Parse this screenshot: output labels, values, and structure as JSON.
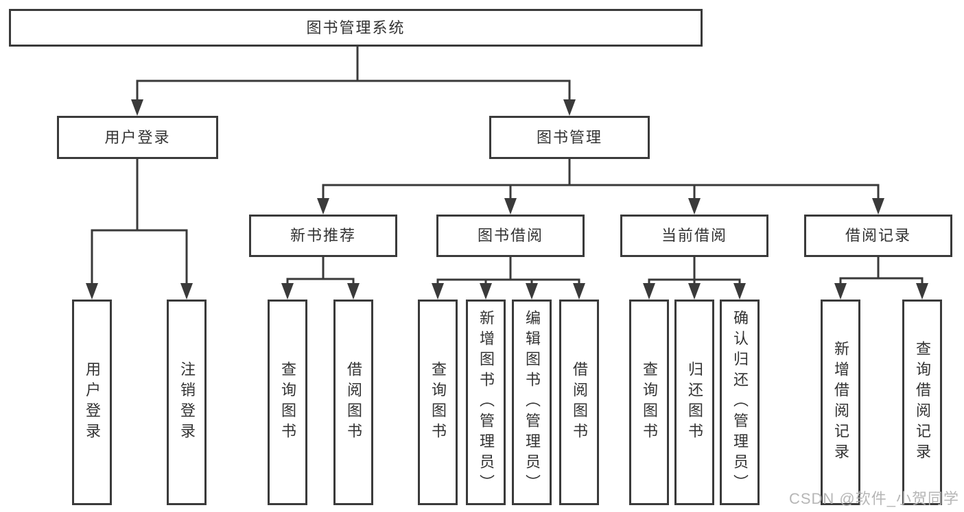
{
  "colors": {
    "line": "#3A3A3A",
    "text": "#333333",
    "background": "#FFFFFF",
    "watermark": "#B2B2B2"
  },
  "watermark": {
    "text": "CSDN @软件_小贺同学"
  },
  "diagram": {
    "root": {
      "label": "图书管理系统"
    },
    "branches": [
      {
        "label": "用户登录",
        "children": [
          {
            "label": "用户登录"
          },
          {
            "label": "注销登录"
          }
        ]
      },
      {
        "label": "图书管理",
        "children": [
          {
            "label": "新书推荐",
            "children": [
              {
                "label": "查询图书"
              },
              {
                "label": "借阅图书"
              }
            ]
          },
          {
            "label": "图书借阅",
            "children": [
              {
                "label": "查询图书"
              },
              {
                "label": "新增图书（管理员）"
              },
              {
                "label": "编辑图书（管理员）"
              },
              {
                "label": "借阅图书"
              }
            ]
          },
          {
            "label": "当前借阅",
            "children": [
              {
                "label": "查询图书"
              },
              {
                "label": "归还图书"
              },
              {
                "label": "确认归还（管理员）"
              }
            ]
          },
          {
            "label": "借阅记录",
            "children": [
              {
                "label": "新增借阅记录"
              },
              {
                "label": "查询借阅记录"
              }
            ]
          }
        ]
      }
    ]
  }
}
